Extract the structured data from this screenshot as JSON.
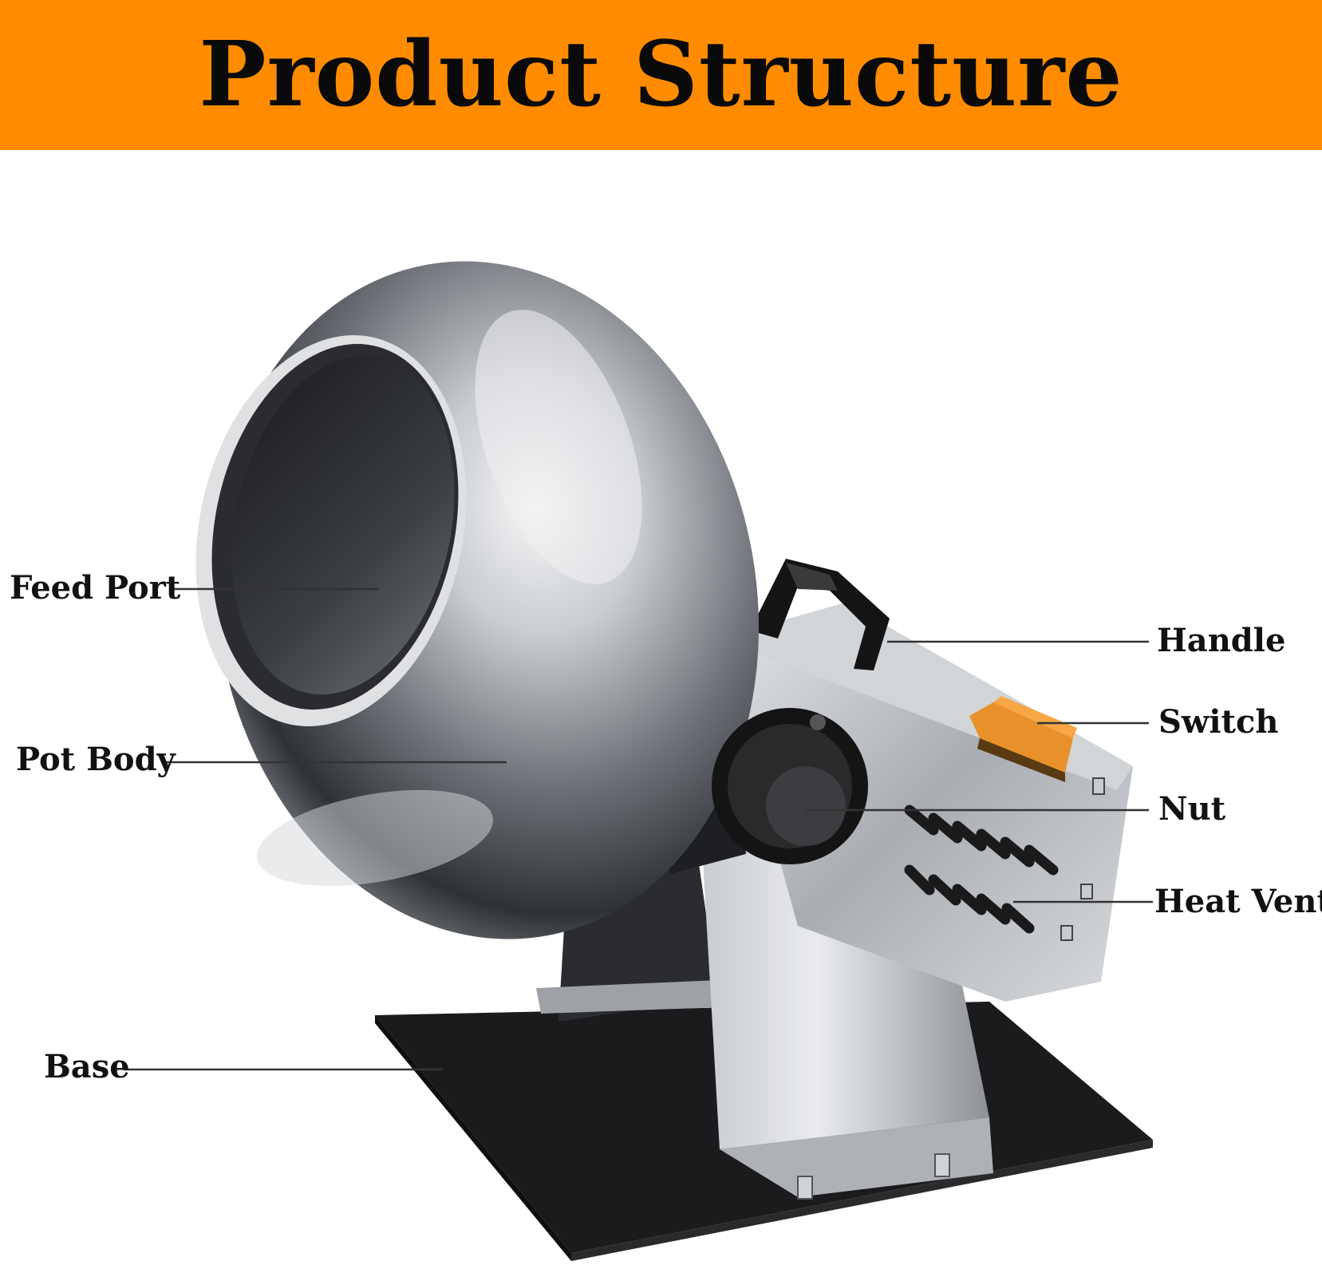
{
  "title": "Product Structure",
  "colors": {
    "banner": "#ff8c00",
    "text": "#0a0a0a",
    "steel": "#b8bcc1",
    "base": "#1b1b1d"
  },
  "labels": {
    "feed_port": "Feed Port",
    "pot_body": "Pot Body",
    "base": "Base",
    "handle": "Handle",
    "switch": "Switch",
    "nut": "Nut",
    "heat_vent": "Heat Vent"
  }
}
